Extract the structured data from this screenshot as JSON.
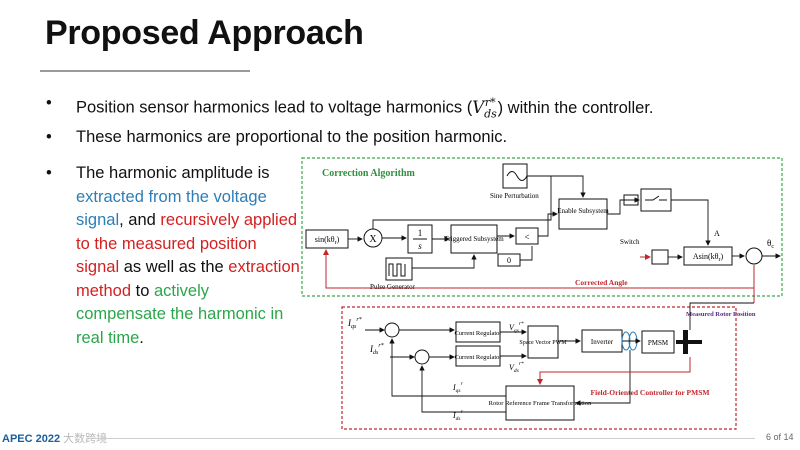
{
  "slide": {
    "title": "Proposed Approach",
    "page_number": "6 of 14",
    "footer_logo": "APEC 2022",
    "watermark": "大数跨境"
  },
  "bullets": [
    {
      "pre": "Position sensor harmonics lead to voltage harmonics (",
      "math": "V",
      "sub": "ds",
      "sup": "r*",
      "post": ") within the controller."
    },
    {
      "text": "These harmonics are proportional to the position harmonic."
    },
    {
      "seg1": "The harmonic amplitude is ",
      "seg2": "extracted from the voltage signal",
      "seg3": ", and ",
      "seg4": "recursively applied to the measured position signal",
      "seg5": " as well as the ",
      "seg6": "extraction method",
      "seg7": " to ",
      "seg8": "actively compensate the harmonic in real time",
      "seg9": "."
    }
  ],
  "colors": {
    "green_box": "#3aa84a",
    "red_box": "#c2272d",
    "blue": "#2e7db5",
    "red": "#d42020",
    "green": "#2aa64a"
  },
  "diagram": {
    "correction_title": "Correction Algorithm",
    "sine_perturbation": "Sine Perturbation",
    "enable_subsystem": "Enable Subsystem",
    "sin_block": "sin(kθ",
    "sin_block_sub": "r",
    "x_block": "X",
    "integrator_num": "1",
    "integrator_den": "s",
    "triggered_subsystem": "Triggered Subsystem",
    "zero_const": "0",
    "pulse_generator": "Pulse Generator",
    "switch": "Switch",
    "asin_block": "Asin(kθ",
    "asin_block_sub": "r",
    "A_label": "A",
    "theta_c": "θ",
    "theta_c_sub": "c",
    "corrected_angle": "Corrected Angle",
    "current_regulator_1": "Current Regulator",
    "current_regulator_2": "Current Regulator",
    "svpwm": "Space Vector PWM",
    "inverter": "Inverter",
    "pmsm": "PMSM",
    "measured_rotor_position": "Measured Rotor Position",
    "rotor_ref_transform": "Rotor Reference Frame Transformation",
    "foc_title": "Field-Oriented Controller for PMSM",
    "iqs_ref": "I",
    "ids_ref": "I",
    "vqs": "V",
    "vds": "V",
    "iqs_fb": "I",
    "ids_fb": "I"
  }
}
